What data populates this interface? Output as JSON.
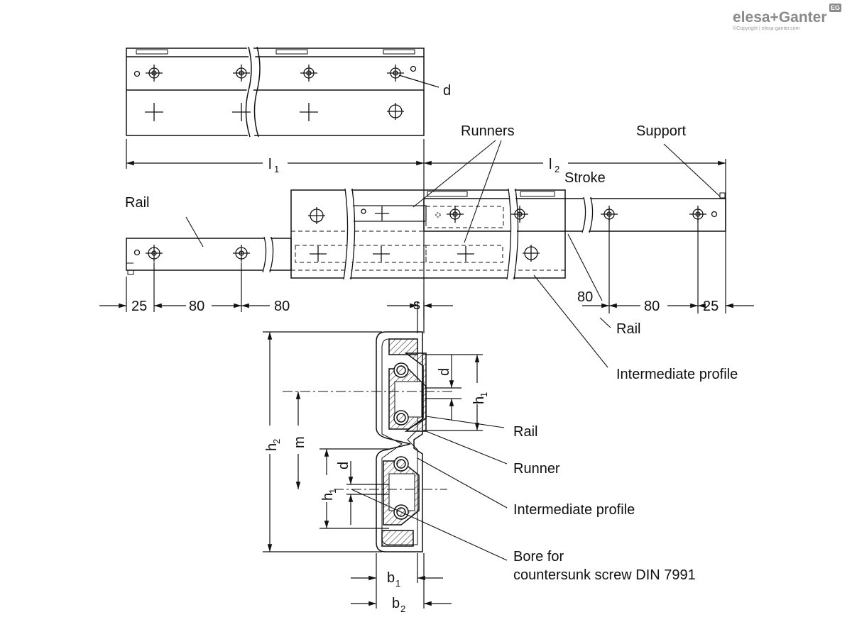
{
  "brand": {
    "logo_text": "elesa+Ganter",
    "badge": "EG",
    "copyright": "©Copyright | elesa-ganter.com"
  },
  "labels": {
    "d_top": "d",
    "runners": "Runners",
    "support": "Support",
    "l1_base": "l",
    "l1_sub": "1",
    "l2_base": "l",
    "l2_sub": "2",
    "stroke": "Stroke",
    "rail_left": "Rail",
    "rail_right": "Rail",
    "intermediate_profile_top": "Intermediate profile"
  },
  "dimensions": {
    "left_25": "25",
    "left_80a": "80",
    "left_80b": "80",
    "right_80a": "80",
    "right_80b": "80",
    "right_25": "25"
  },
  "section": {
    "s": "s",
    "d_upper": "d",
    "h1_upper_base": "h",
    "h1_upper_sub": "1",
    "m": "m",
    "h2_base": "h",
    "h2_sub": "2",
    "d_lower": "d",
    "h1_lower_base": "h",
    "h1_lower_sub": "1",
    "b1_base": "b",
    "b1_sub": "1",
    "b2_base": "b",
    "b2_sub": "2",
    "callout_rail": "Rail",
    "callout_runner": "Runner",
    "callout_intermediate": "Intermediate profile",
    "callout_bore_line1": "Bore for",
    "callout_bore_line2": "countersunk screw DIN 7991"
  },
  "colors": {
    "line": "#111111",
    "logo": "#8a8a8a"
  }
}
